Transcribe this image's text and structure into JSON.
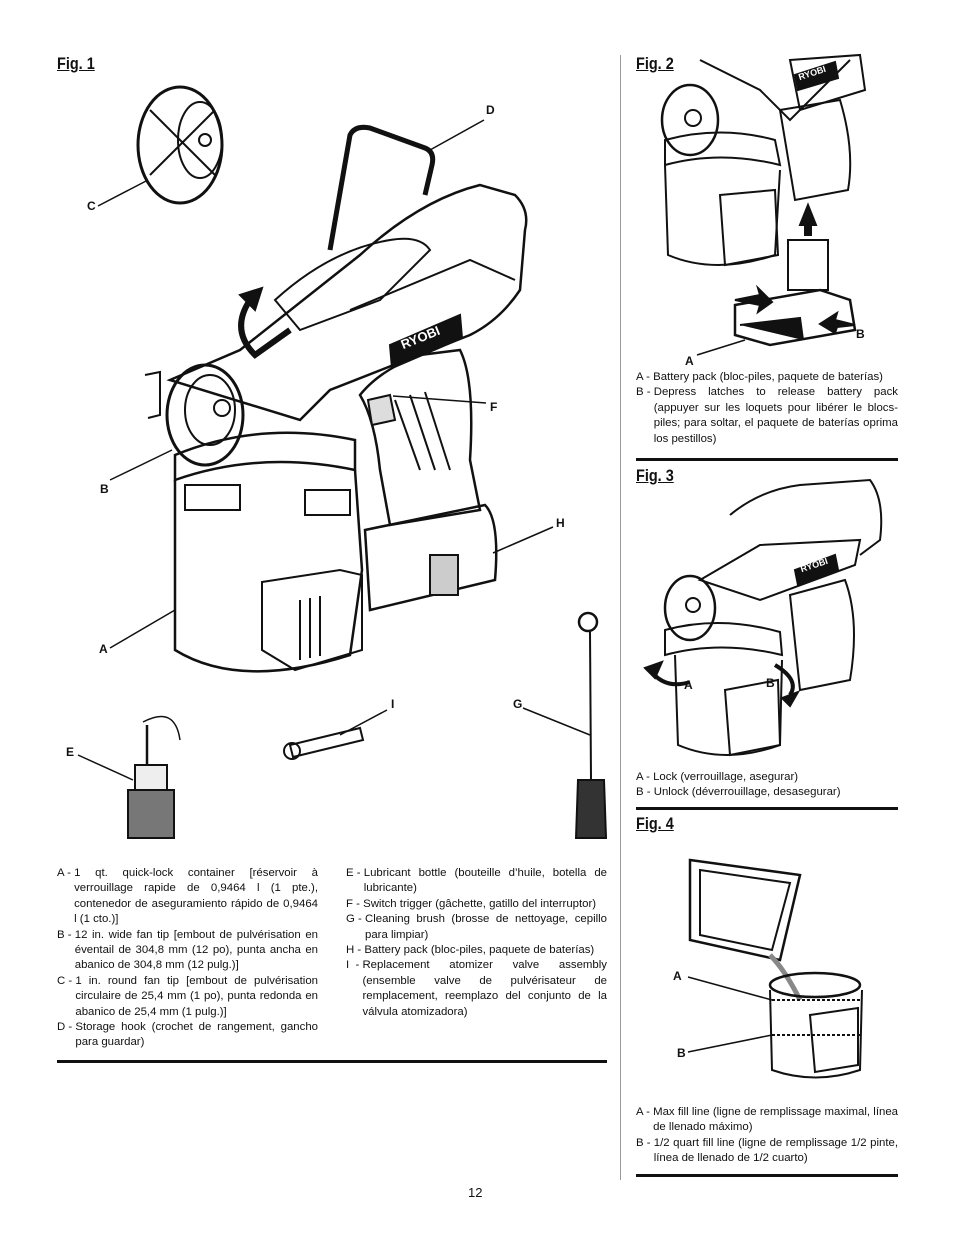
{
  "fig1": {
    "title": "Fig. 1",
    "callouts": {
      "A": "A",
      "B": "B",
      "C": "C",
      "D": "D",
      "E": "E",
      "F": "F",
      "G": "G",
      "H": "H",
      "I": "I"
    },
    "brand": "RYOBI",
    "legend_left": [
      {
        "key": "A -",
        "text": "1 qt. quick-lock container [réservoir à verrouillage rapide de 0,9464 l (1 pte.), contenedor de aseguramiento rápido de 0,9464 l (1 cto.)]"
      },
      {
        "key": "B -",
        "text": "12 in. wide fan tip [embout de pulvérisation en éventail de 304,8 mm (12 po), punta ancha en abanico de 304,8 mm (12 pulg.)]"
      },
      {
        "key": "C -",
        "text": "1 in. round fan tip [embout de pulvérisation circulaire de 25,4 mm (1 po), punta redonda en abanico de 25,4 mm (1 pulg.)]"
      },
      {
        "key": "D -",
        "text": "Storage hook (crochet de rangement, gancho para guardar)"
      }
    ],
    "legend_right": [
      {
        "key": "E -",
        "text": "Lubricant bottle (bouteille d’huile, botella de lubricante)"
      },
      {
        "key": "F -",
        "text": "Switch trigger (gâchette, gatillo del interruptor)"
      },
      {
        "key": "G -",
        "text": "Cleaning brush (brosse de nettoyage, cepillo para limpiar)"
      },
      {
        "key": "H -",
        "text": "Battery pack (bloc-piles, paquete de baterías)"
      },
      {
        "key": "I  -",
        "text": "Replacement atomizer valve assembly (ensemble valve de pulvérisateur de remplacement, reemplazo del conjunto de la válvula atomizadora)"
      }
    ]
  },
  "fig2": {
    "title": "Fig. 2",
    "callouts": {
      "A": "A",
      "B": "B"
    },
    "brand": "RYOBI",
    "legend": [
      {
        "key": "A -",
        "text": "Battery pack (bloc-piles, paquete de baterías)"
      },
      {
        "key": "B -",
        "text": "Depress latches to release battery pack (appuyer sur les loquets pour libérer le blocs-piles; para soltar, el paquete de baterías oprima los pestillos)"
      }
    ]
  },
  "fig3": {
    "title": "Fig. 3",
    "callouts": {
      "A": "A",
      "B": "B"
    },
    "brand": "RYOBI",
    "legend": [
      {
        "key": "A -",
        "text": "Lock (verrouillage, asegurar)"
      },
      {
        "key": "B -",
        "text": "Unlock (déverrouillage, desasegurar)"
      }
    ]
  },
  "fig4": {
    "title": "Fig. 4",
    "callouts": {
      "A": "A",
      "B": "B"
    },
    "legend": [
      {
        "key": "A -",
        "text": "Max fill line (ligne de remplissage maximal, línea de llenado máximo)"
      },
      {
        "key": "B -",
        "text": "1/2 quart fill line (ligne de remplissage 1/2 pinte, línea de llenado de 1/2 cuarto)"
      }
    ]
  },
  "page_number": "12"
}
